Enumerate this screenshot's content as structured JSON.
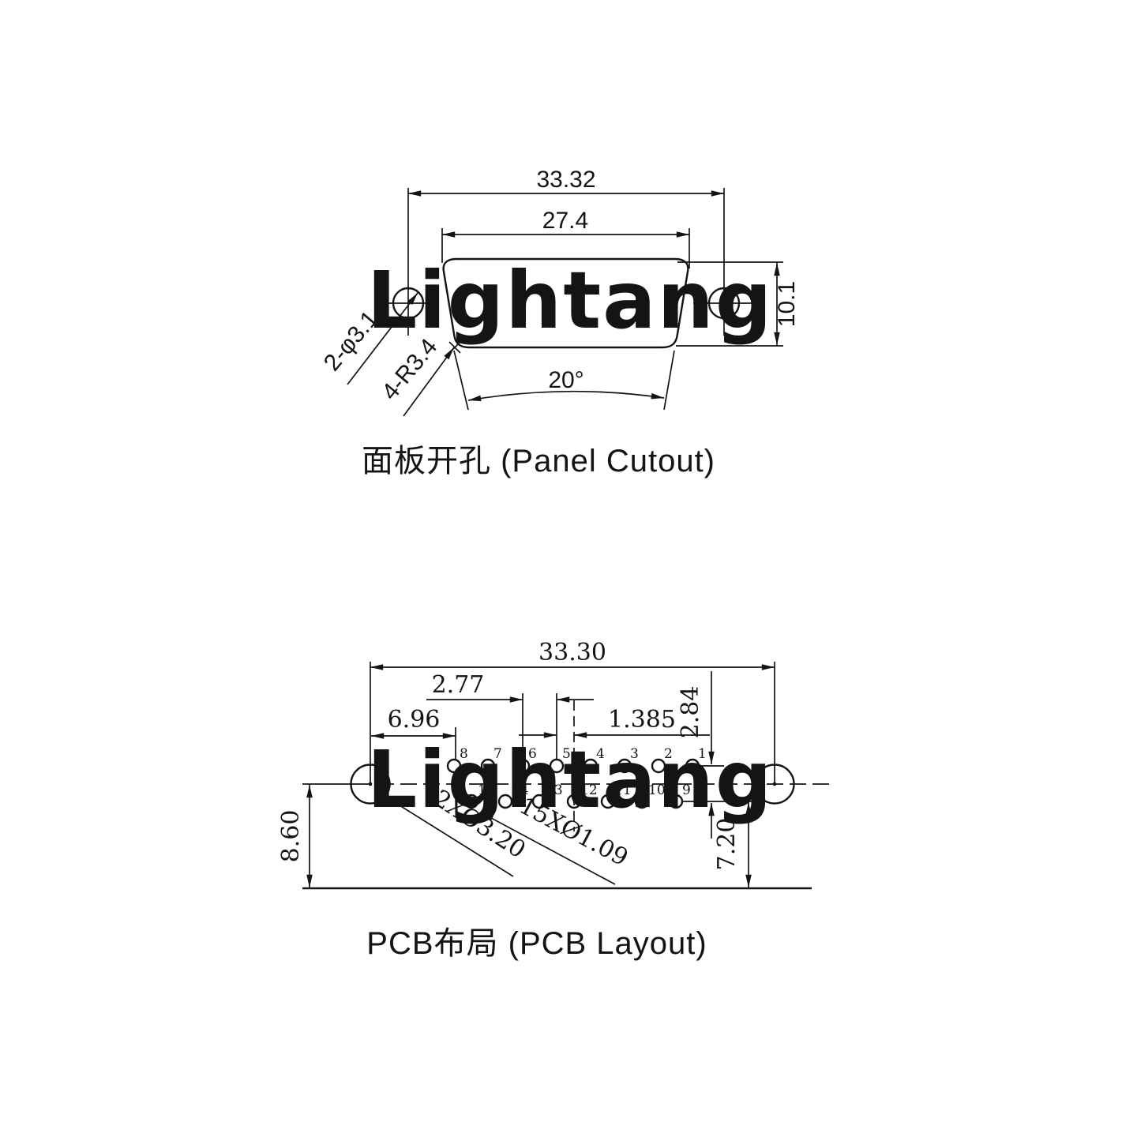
{
  "watermark": {
    "text": "Lightang",
    "color": "#f8d4d4"
  },
  "panel_cutout": {
    "title": "面板开孔 (Panel Cutout)",
    "dim_overall_width": "33.32",
    "dim_cutout_width": "27.4",
    "dim_height": "10.1",
    "dim_angle": "20°",
    "label_mount_holes": "2-φ3.1",
    "label_corner_radius": "4-R3.4"
  },
  "pcb_layout": {
    "title": "PCB布局 (PCB Layout)",
    "dim_overall_width": "33.30",
    "dim_pin_pitch": "2.77",
    "dim_left_offset": "6.96",
    "dim_row_stagger": "1.385",
    "dim_row_spacing": "2.84",
    "dim_mount_to_edge": "8.60",
    "dim_row_to_edge": "7.20",
    "label_mount_holes": "2XØ3.20",
    "label_pin_holes": "15XØ1.09",
    "top_row_pins": [
      "8",
      "7",
      "6",
      "5",
      "4",
      "3",
      "2",
      "1"
    ],
    "bottom_row_pins": [
      "15",
      "14",
      "13",
      "12",
      "11",
      "10",
      "9"
    ]
  }
}
